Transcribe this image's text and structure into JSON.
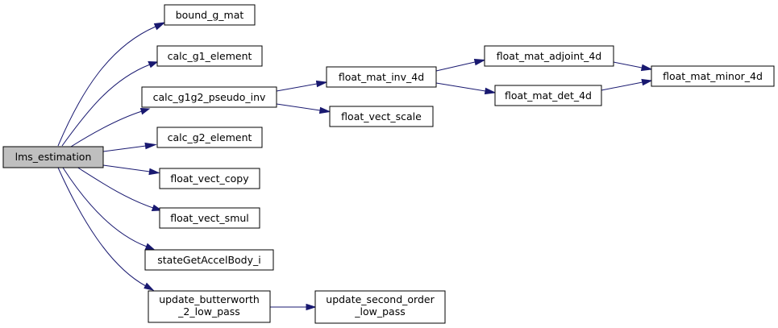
{
  "colors": {
    "root_fill": "#bfbfbf",
    "node_fill": "#ffffff",
    "border": "#000000",
    "edge": "#191970"
  },
  "nodes": {
    "lms_estimation": "lms_estimation",
    "bound_g_mat": "bound_g_mat",
    "calc_g1_element": "calc_g1_element",
    "calc_g1g2_pseudo_inv": "calc_g1g2_pseudo_inv",
    "calc_g2_element": "calc_g2_element",
    "float_vect_copy": "float_vect_copy",
    "float_vect_smul": "float_vect_smul",
    "stateGetAccelBody_i": "stateGetAccelBody_i",
    "update_butterworth_l1": "update_butterworth",
    "update_butterworth_l2": "_2_low_pass",
    "float_mat_inv_4d": "float_mat_inv_4d",
    "float_vect_scale": "float_vect_scale",
    "float_mat_adjoint_4d": "float_mat_adjoint_4d",
    "float_mat_det_4d": "float_mat_det_4d",
    "float_mat_minor_4d": "float_mat_minor_4d",
    "update_second_order_l1": "update_second_order",
    "update_second_order_l2": "_low_pass"
  }
}
